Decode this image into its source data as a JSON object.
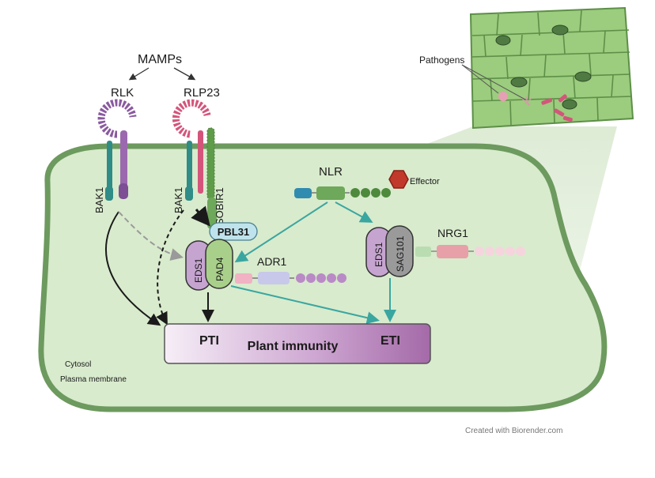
{
  "labels": {
    "mamps": "MAMPs",
    "rlk": "RLK",
    "rlp23": "RLP23",
    "bak1_left": "BAK1",
    "bak1_right": "BAK1",
    "sobir1": "SOBIR1",
    "pbl31": "PBL31",
    "eds1_left": "EDS1",
    "pad4": "PAD4",
    "adr1": "ADR1",
    "nlr": "NLR",
    "effector": "Effector",
    "eds1_right": "EDS1",
    "sag101": "SAG101",
    "nrg1": "NRG1",
    "pti": "PTI",
    "plant_immunity": "Plant immunity",
    "eti": "ETI",
    "cytosol": "Cytosol",
    "plasma_membrane": "Plasma membrane",
    "pathogens": "Pathogens",
    "credit": "Created with Biorender.com"
  },
  "colors": {
    "cell_fill": "#d8ebcd",
    "cell_border": "#6d9a5e",
    "arrow_teal": "#3aa6a0",
    "arrow_black": "#1a1a1a",
    "arrow_gray": "#9a9a9a",
    "purple": "#9b6aae",
    "pink": "#d4557b",
    "green": "#5f9c4a",
    "teal": "#2f8c86",
    "immunity_dark": "#a46aa8"
  }
}
